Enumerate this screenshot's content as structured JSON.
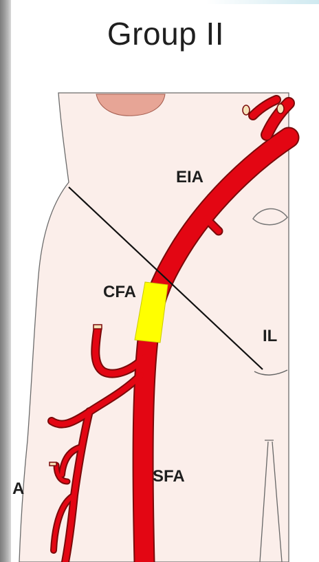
{
  "slide": {
    "title": "Group II"
  },
  "diagram": {
    "labels": {
      "eia": "EIA",
      "cfa": "CFA",
      "il": "IL",
      "sfa": "SFA",
      "edge_partial": "A"
    },
    "colors": {
      "artery": "#e30613",
      "artery_outline": "#7a0a0a",
      "cfa_highlight": "#ffff00",
      "skin": "#fbeeea",
      "kidney": "#e7a596"
    }
  }
}
